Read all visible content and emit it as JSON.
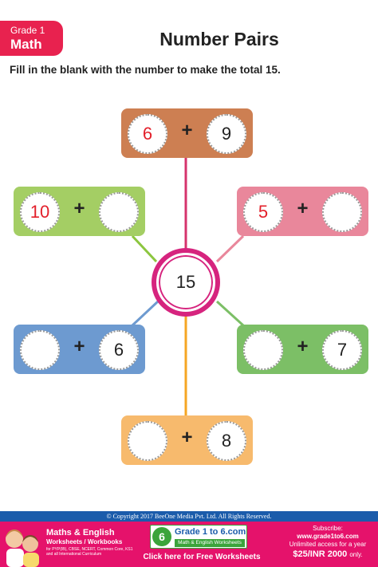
{
  "header": {
    "grade": "Grade 1",
    "subject": "Math",
    "title": "Number Pairs",
    "instruction": "Fill in the blank with the number to make the total 15."
  },
  "center_total": "15",
  "pairs": [
    {
      "left": "6",
      "plus": "+",
      "right": "9",
      "color": "#cd7f52"
    },
    {
      "left": "10",
      "plus": "+",
      "right": "",
      "color": "#a4ce64"
    },
    {
      "left": "5",
      "plus": "+",
      "right": "",
      "color": "#e9879b"
    },
    {
      "left": "",
      "plus": "+",
      "right": "6",
      "color": "#6d9ad0"
    },
    {
      "left": "",
      "plus": "+",
      "right": "7",
      "color": "#7cbf66"
    },
    {
      "left": "",
      "plus": "+",
      "right": "8",
      "color": "#f7ba6d"
    }
  ],
  "colors": {
    "badge": "#e8224f",
    "center_ring": "#d6247e",
    "given_number": "#e3202b",
    "footer": "#e5126b",
    "copyright_bar": "#1b5cab"
  },
  "footer": {
    "copyright": "© Copyright 2017 BeeOne Media Pvt. Ltd. All Rights Reserved.",
    "left_title": "Maths & English",
    "left_subtitle": "Worksheets / Workbooks",
    "left_small": "for PYP(IB), CBSE, NCERT, Common Core, KS1 and all International Curriculum",
    "logo_mark": "6",
    "logo_name": "Grade 1 to 6.com",
    "logo_tag": "Math & English Worksheets",
    "cta": "Click here for Free Worksheets",
    "subscribe": "Subscribe:",
    "site": "www.grade1to6.com",
    "access": "Unlimited access for a year",
    "price": "$25/INR 2000",
    "price_suffix": "only."
  }
}
